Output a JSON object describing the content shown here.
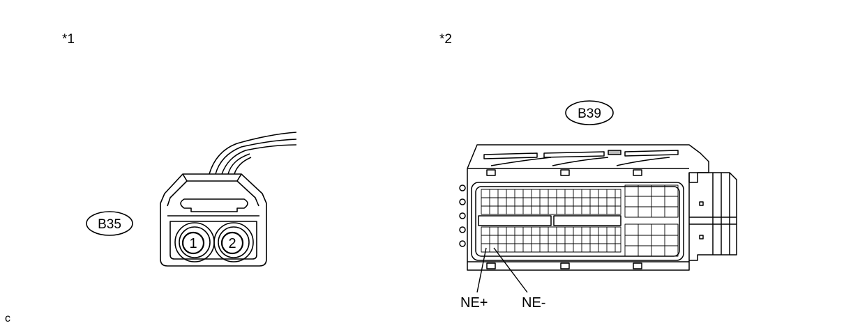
{
  "figure_labels": {
    "view1": "*1",
    "view2": "*2"
  },
  "connector_b35": {
    "label": "B35",
    "pins": [
      "1",
      "2"
    ]
  },
  "connector_b39": {
    "label": "B39",
    "terminals": [
      "NE+",
      "NE-"
    ]
  },
  "corner_code": "c"
}
